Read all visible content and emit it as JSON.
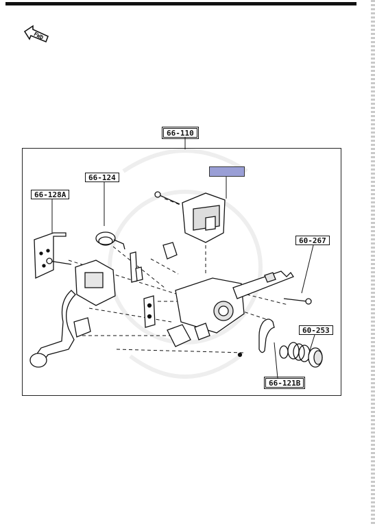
{
  "header": {
    "fwd_label": "FWD"
  },
  "diagram": {
    "callouts": {
      "assembly": "66-110",
      "wire_clip": "66-124",
      "bracket": "66-128A",
      "screw": "60-267",
      "boot": "60-253",
      "spring": "66-121B"
    },
    "highlight_color": "#9a9fd6"
  }
}
